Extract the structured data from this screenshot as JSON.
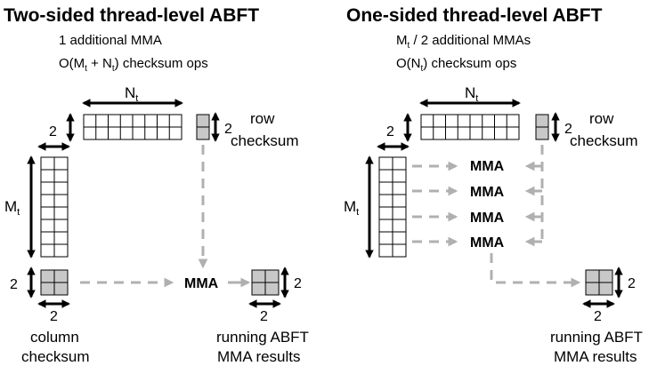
{
  "left": {
    "title": "Two-sided thread-level ABFT",
    "line1": "1 additional MMA",
    "line2_pre": "O(M",
    "line2_sub1": "t",
    "line2_mid": " + N",
    "line2_sub2": "t",
    "line2_post": ") checksum ops",
    "n_label": "N",
    "n_sub": "t",
    "m_label": "M",
    "m_sub": "t",
    "two": "2",
    "row_checksum_1": "row",
    "row_checksum_2": "checksum",
    "column_checksum_1": "column",
    "column_checksum_2": "checksum",
    "mma": "MMA",
    "result_1": "running ABFT",
    "result_2": "MMA results"
  },
  "right": {
    "title": "One-sided thread-level ABFT",
    "line1_pre": "M",
    "line1_sub": "t",
    "line1_post": " / 2 additional MMAs",
    "line2_pre": "O(N",
    "line2_sub": "t",
    "line2_post": ") checksum ops",
    "n_label": "N",
    "n_sub": "t",
    "m_label": "M",
    "m_sub": "t",
    "two": "2",
    "row_checksum_1": "row",
    "row_checksum_2": "checksum",
    "mma": "MMA",
    "result_1": "running ABFT",
    "result_2": "MMA results"
  }
}
